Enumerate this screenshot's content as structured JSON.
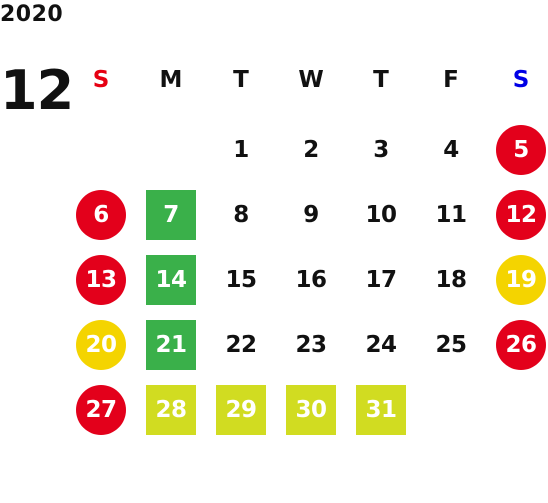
{
  "year": "2020",
  "month": "12",
  "weekdays": [
    {
      "label": "S",
      "color": "#e60012"
    },
    {
      "label": "M",
      "color": "#111111"
    },
    {
      "label": "T",
      "color": "#111111"
    },
    {
      "label": "W",
      "color": "#111111"
    },
    {
      "label": "T",
      "color": "#111111"
    },
    {
      "label": "F",
      "color": "#111111"
    },
    {
      "label": "S",
      "color": "#0000e6"
    }
  ],
  "colors": {
    "holiday_red": "#e3001b",
    "holiday_yellow": "#f4d400",
    "green": "#3ab04a",
    "lime": "#d1dc21",
    "text": "#111111"
  },
  "weeks": [
    [
      null,
      null,
      {
        "day": "1"
      },
      {
        "day": "2"
      },
      {
        "day": "3"
      },
      {
        "day": "4"
      },
      {
        "day": "5",
        "mark": "circle",
        "color": "holiday_red"
      }
    ],
    [
      {
        "day": "6",
        "mark": "circle",
        "color": "holiday_red"
      },
      {
        "day": "7",
        "mark": "square",
        "color": "green"
      },
      {
        "day": "8"
      },
      {
        "day": "9"
      },
      {
        "day": "10"
      },
      {
        "day": "11"
      },
      {
        "day": "12",
        "mark": "circle",
        "color": "holiday_red"
      }
    ],
    [
      {
        "day": "13",
        "mark": "circle",
        "color": "holiday_red"
      },
      {
        "day": "14",
        "mark": "square",
        "color": "green"
      },
      {
        "day": "15"
      },
      {
        "day": "16"
      },
      {
        "day": "17"
      },
      {
        "day": "18"
      },
      {
        "day": "19",
        "mark": "circle",
        "color": "holiday_yellow"
      }
    ],
    [
      {
        "day": "20",
        "mark": "circle",
        "color": "holiday_yellow"
      },
      {
        "day": "21",
        "mark": "square",
        "color": "green"
      },
      {
        "day": "22"
      },
      {
        "day": "23"
      },
      {
        "day": "24"
      },
      {
        "day": "25"
      },
      {
        "day": "26",
        "mark": "circle",
        "color": "holiday_red"
      }
    ],
    [
      {
        "day": "27",
        "mark": "circle",
        "color": "holiday_red"
      },
      {
        "day": "28",
        "mark": "square",
        "color": "lime"
      },
      {
        "day": "29",
        "mark": "square",
        "color": "lime"
      },
      {
        "day": "30",
        "mark": "square",
        "color": "lime"
      },
      {
        "day": "31",
        "mark": "square",
        "color": "lime"
      },
      null,
      null
    ]
  ]
}
